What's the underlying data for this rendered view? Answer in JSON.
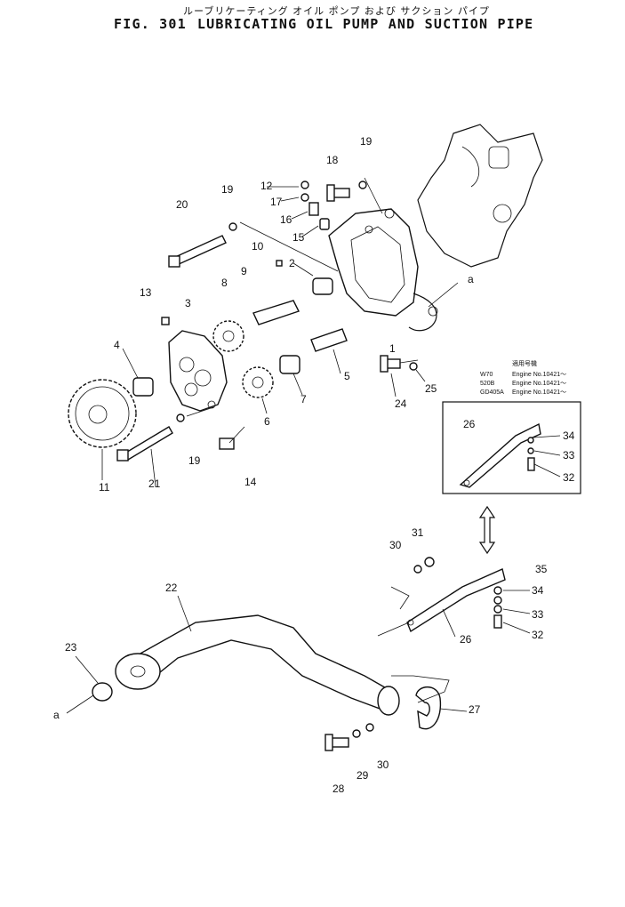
{
  "figure": {
    "title_jp": "ルーブリケーティング オイル ポンプ および サクション パイプ",
    "fig_no": "FIG. 301",
    "title_en": "LUBRICATING OIL PUMP AND SUCTION PIPE"
  },
  "callouts": [
    "1",
    "2",
    "3",
    "4",
    "5",
    "6",
    "7",
    "8",
    "9",
    "10",
    "11",
    "12",
    "13",
    "14",
    "15",
    "16",
    "17",
    "18",
    "19",
    "19",
    "19",
    "20",
    "21",
    "22",
    "23",
    "24",
    "25",
    "26",
    "26",
    "27",
    "28",
    "29",
    "30",
    "30",
    "31",
    "32",
    "32",
    "33",
    "33",
    "34",
    "34",
    "35"
  ],
  "refs": {
    "a_top": "a",
    "a_left": "a"
  },
  "serial_table": {
    "header": "適用号機",
    "rows": [
      {
        "model": "W70",
        "serial": "Engine No.10421～"
      },
      {
        "model": "520B",
        "serial": "Engine No.10421～"
      },
      {
        "model": "GD405A",
        "serial": "Engine No.10421～"
      }
    ]
  }
}
